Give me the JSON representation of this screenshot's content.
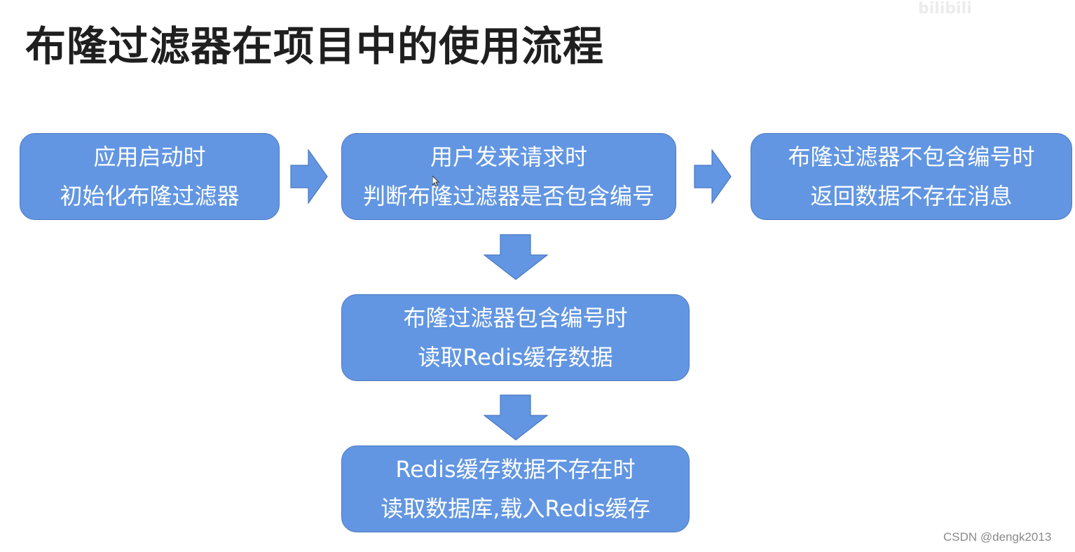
{
  "title": "布隆过滤器在项目中的使用流程",
  "top_watermark": "bilibili",
  "steps": [
    {
      "line1": "应用启动时",
      "line2": "初始化布隆过滤器"
    },
    {
      "line1": "用户发来请求时",
      "line2": "判断布隆过滤器是否包含编号"
    },
    {
      "line1": "布隆过滤器不包含编号时",
      "line2": "返回数据不存在消息"
    },
    {
      "line1": "布隆过滤器包含编号时",
      "line2": "读取Redis缓存数据"
    },
    {
      "line1": "Redis缓存数据不存在时",
      "line2": "读取数据库,载入Redis缓存"
    }
  ],
  "arrows": [
    {
      "from": 0,
      "to": 1,
      "direction": "right"
    },
    {
      "from": 1,
      "to": 2,
      "direction": "right"
    },
    {
      "from": 1,
      "to": 3,
      "direction": "down"
    },
    {
      "from": 3,
      "to": 4,
      "direction": "down"
    }
  ],
  "colors": {
    "box_fill": "#6296e2",
    "box_border": "#4a78c0",
    "box_text": "#ffffff",
    "title_text": "#1f1f1f"
  },
  "footer_watermark": "CSDN @dengk2013"
}
